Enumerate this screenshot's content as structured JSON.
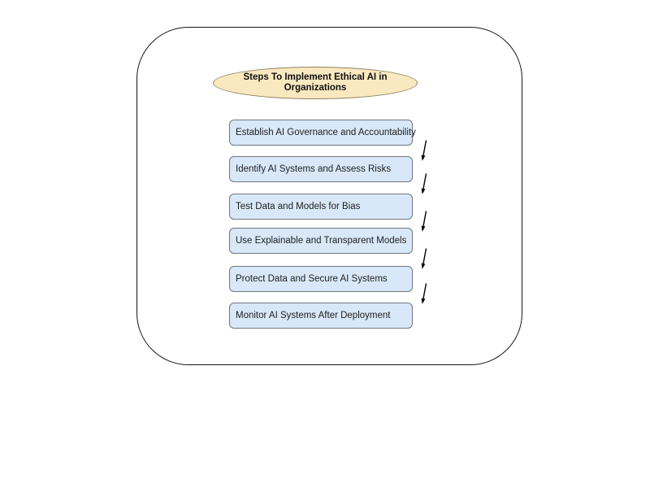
{
  "diagram": {
    "title": "Steps To Implement Ethical AI in Organizations",
    "steps": [
      "Establish AI Governance and Accountability",
      "Identify AI Systems and Assess Risks",
      "Test Data and Models for Bias",
      "Use Explainable and Transparent Models",
      "Protect Data and Secure AI Systems",
      "Monitor AI Systems After Deployment"
    ],
    "connector_count": 5,
    "colors": {
      "ellipse_fill": "#FAE8C0",
      "ellipse_border": "#8E8560",
      "box_fill": "#D9E8F8",
      "box_border": "#71777F",
      "frame_border": "#161616",
      "arrow": "#000000",
      "background": "#FFFFFF"
    }
  }
}
